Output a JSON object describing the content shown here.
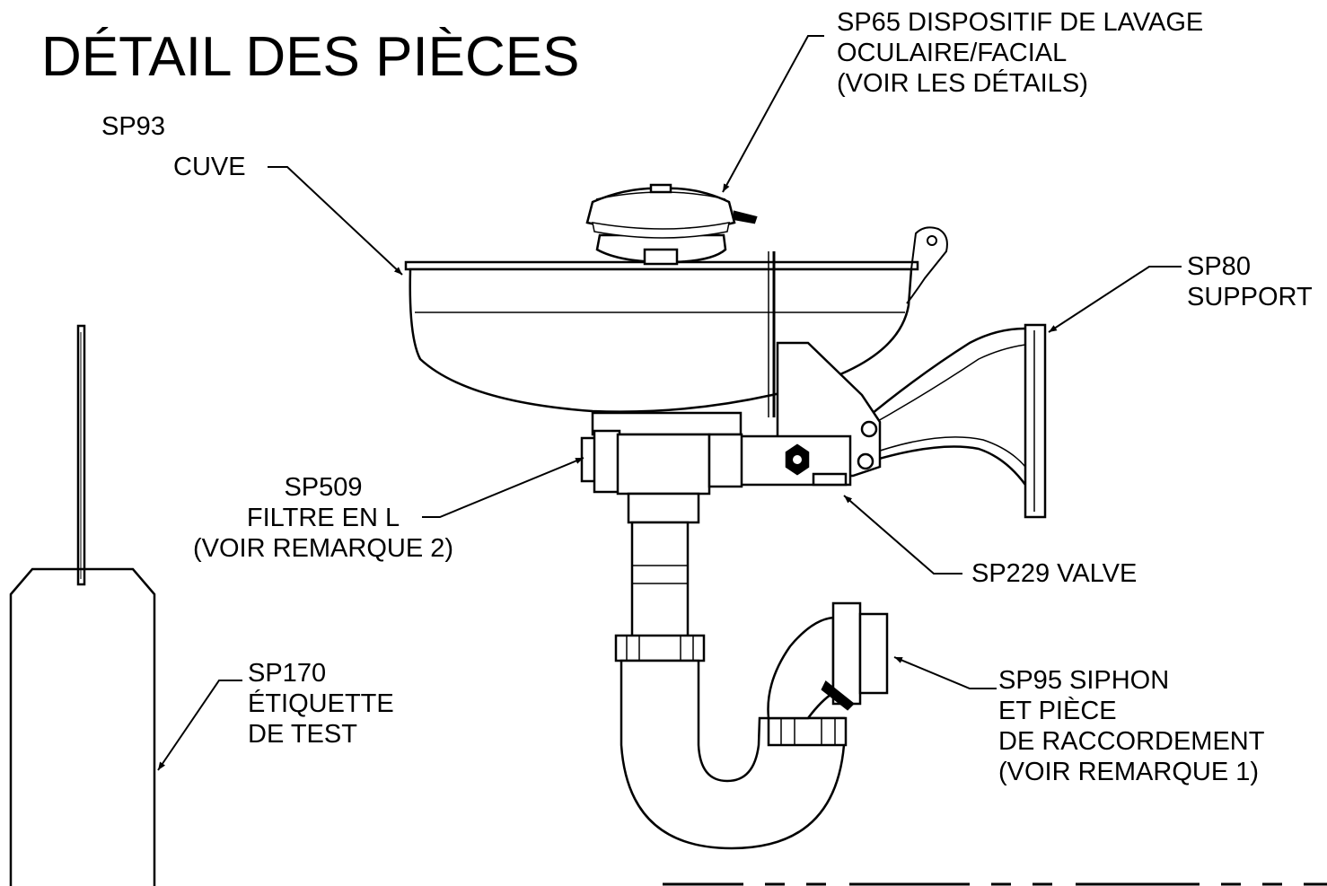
{
  "title": "DÉTAIL DES PIÈCES",
  "labels": {
    "sp93": "SP93",
    "cuve": "CUVE",
    "sp65": [
      "SP65 DISPOSITIF DE LAVAGE",
      "OCULAIRE/FACIAL",
      "(VOIR LES DÉTAILS)"
    ],
    "sp80": [
      "SP80",
      "SUPPORT"
    ],
    "sp509": [
      "SP509",
      "FILTRE EN L",
      "(VOIR REMARQUE 2)"
    ],
    "sp229": "SP229 VALVE",
    "sp170": [
      "SP170",
      "ÉTIQUETTE",
      "DE TEST"
    ],
    "sp95": [
      "SP95 SIPHON",
      "ET PIÈCE",
      "DE RACCORDEMENT",
      "(VOIR REMARQUE 1)"
    ]
  },
  "colors": {
    "ink": "#000000",
    "paper": "#ffffff"
  }
}
